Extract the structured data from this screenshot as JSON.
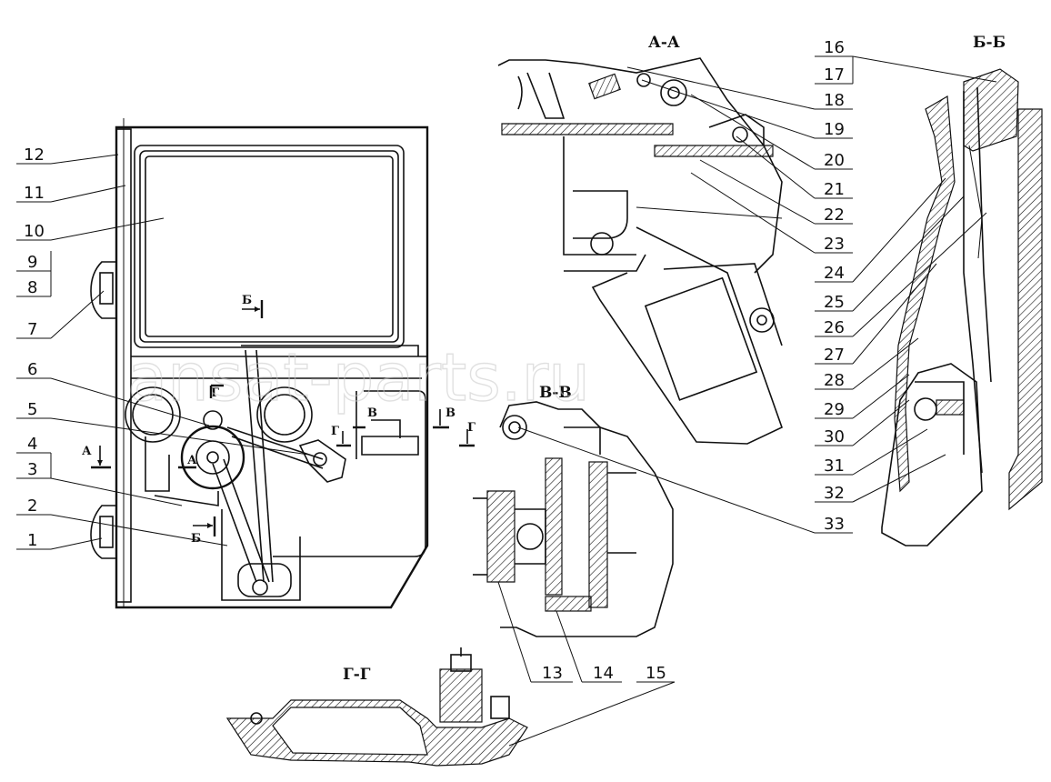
{
  "sections": {
    "aa": "А-А",
    "bb": "Б-Б",
    "vv": "В-В",
    "gg": "Г-Г"
  },
  "cut_marks": {
    "a1": "А",
    "a2": "А",
    "b1": "Б",
    "b2": "Б",
    "v1": "В",
    "v2": "В",
    "g1": "Г",
    "g2": "Г",
    "g3": "Г"
  },
  "callouts_left": [
    "12",
    "11",
    "10",
    "9",
    "8",
    "7",
    "6",
    "5",
    "4",
    "3",
    "2",
    "1"
  ],
  "callouts_right": [
    "16",
    "17",
    "18",
    "19",
    "20",
    "21",
    "22",
    "23",
    "24",
    "25",
    "26",
    "27",
    "28",
    "29",
    "30",
    "31",
    "32",
    "33"
  ],
  "callouts_bottom": [
    "13",
    "14",
    "15"
  ],
  "watermark": "ansat-parts.ru",
  "colors": {
    "ink": "#111111",
    "paper": "#ffffff",
    "watermark": "#c8c8c8"
  }
}
